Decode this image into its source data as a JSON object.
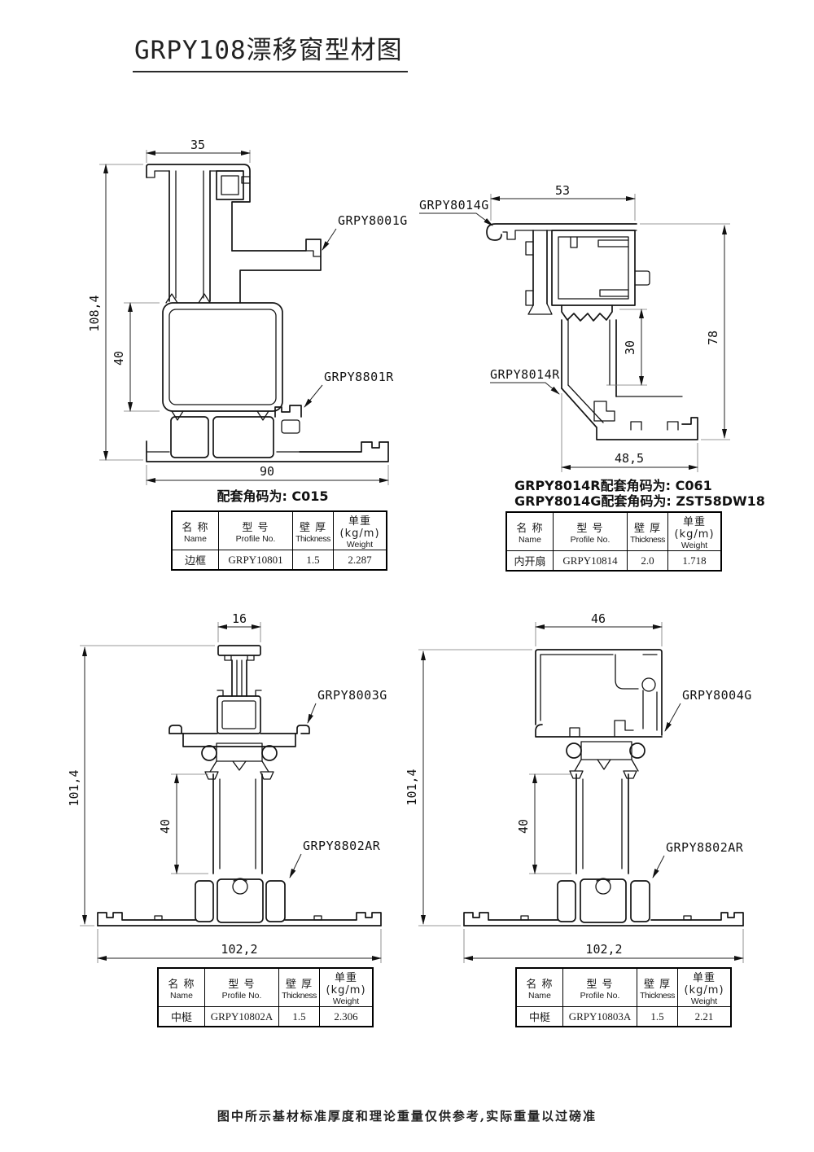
{
  "page": {
    "title": "GRPY108漂移窗型材图",
    "footer_note": "图中所示基材标准厚度和理论重量仅供参考,实际重量以过磅准"
  },
  "table_header": {
    "name_cn": "名 称",
    "name_en": "Name",
    "model_cn": "型 号",
    "model_en": "Profile No.",
    "thickness_cn": "壁 厚",
    "thickness_en": "Thickness",
    "weight_cn": "单重(kg/m)",
    "weight_en": "Weight"
  },
  "drawings": {
    "frame": {
      "dim_top": "35",
      "dim_height": "108,4",
      "dim_inner": "40",
      "dim_bottom": "90",
      "label_glass_bead": "GRPY8001G",
      "label_clip": "GRPY8801R",
      "note": "配套角码为: C015",
      "row": {
        "name": "边框",
        "model": "GRPY10801",
        "thickness": "1.5",
        "weight": "2.287"
      }
    },
    "sash": {
      "dim_top": "53",
      "dim_height": "78",
      "dim_inner": "30",
      "dim_bottom": "48,5",
      "label_top": "GRPY8014G",
      "label_mid": "GRPY8014R",
      "note_line1": "GRPY8014R配套角码为: C061",
      "note_line2": "GRPY8014G配套角码为: ZST58DW18",
      "row": {
        "name": "内开扇",
        "model": "GRPY10814",
        "thickness": "2.0",
        "weight": "1.718"
      }
    },
    "mullion_a": {
      "dim_top": "16",
      "dim_height": "101,4",
      "dim_inner": "40",
      "dim_bottom": "102,2",
      "label_glass_bead": "GRPY8003G",
      "label_clip": "GRPY8802AR",
      "row": {
        "name": "中梃",
        "model": "GRPY10802A",
        "thickness": "1.5",
        "weight": "2.306"
      }
    },
    "mullion_b": {
      "dim_top": "46",
      "dim_height": "101,4",
      "dim_inner": "40",
      "dim_bottom": "102,2",
      "label_glass_bead": "GRPY8004G",
      "label_clip": "GRPY8802AR",
      "row": {
        "name": "中梃",
        "model": "GRPY10803A",
        "thickness": "1.5",
        "weight": "2.21"
      }
    }
  }
}
